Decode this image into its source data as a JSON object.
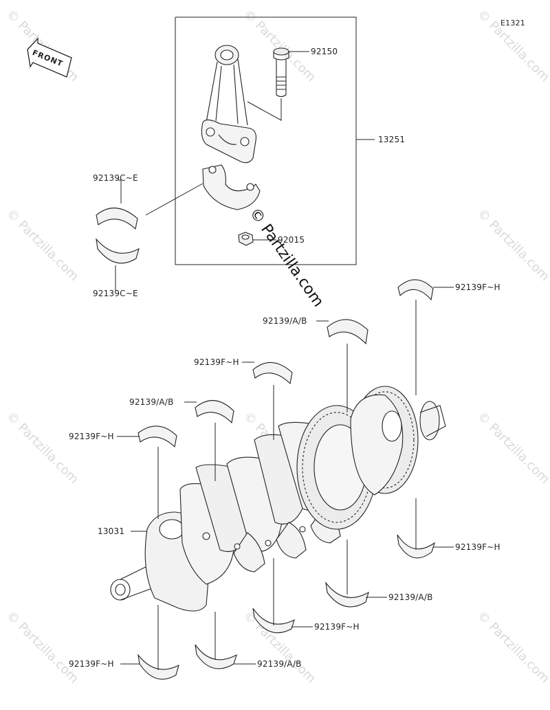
{
  "diagram": {
    "ref_code": "E1321",
    "front_label": "FRONT",
    "watermark_main": "© Partzilla.com",
    "watermark_faint": "© Partzilla.com",
    "labels": {
      "p92150": "92150",
      "p13251": "13251",
      "p92139CE_top": "92139C~E",
      "p92139CE_bot": "92139C~E",
      "p92015": "92015",
      "p92139FH_right_top": "92139F~H",
      "p92139AB_1": "92139/A/B",
      "p92139FH_2": "92139F~H",
      "p92139AB_3": "92139/A/B",
      "p92139FH_left": "92139F~H",
      "p13031": "13031",
      "p92139FH_right_bot": "92139F~H",
      "p92139AB_lower_right": "92139/A/B",
      "p92139FH_lower_mid": "92139F~H",
      "p92139FH_bottom_left": "92139F~H",
      "p92139AB_bottom_mid": "92139/A/B"
    }
  }
}
